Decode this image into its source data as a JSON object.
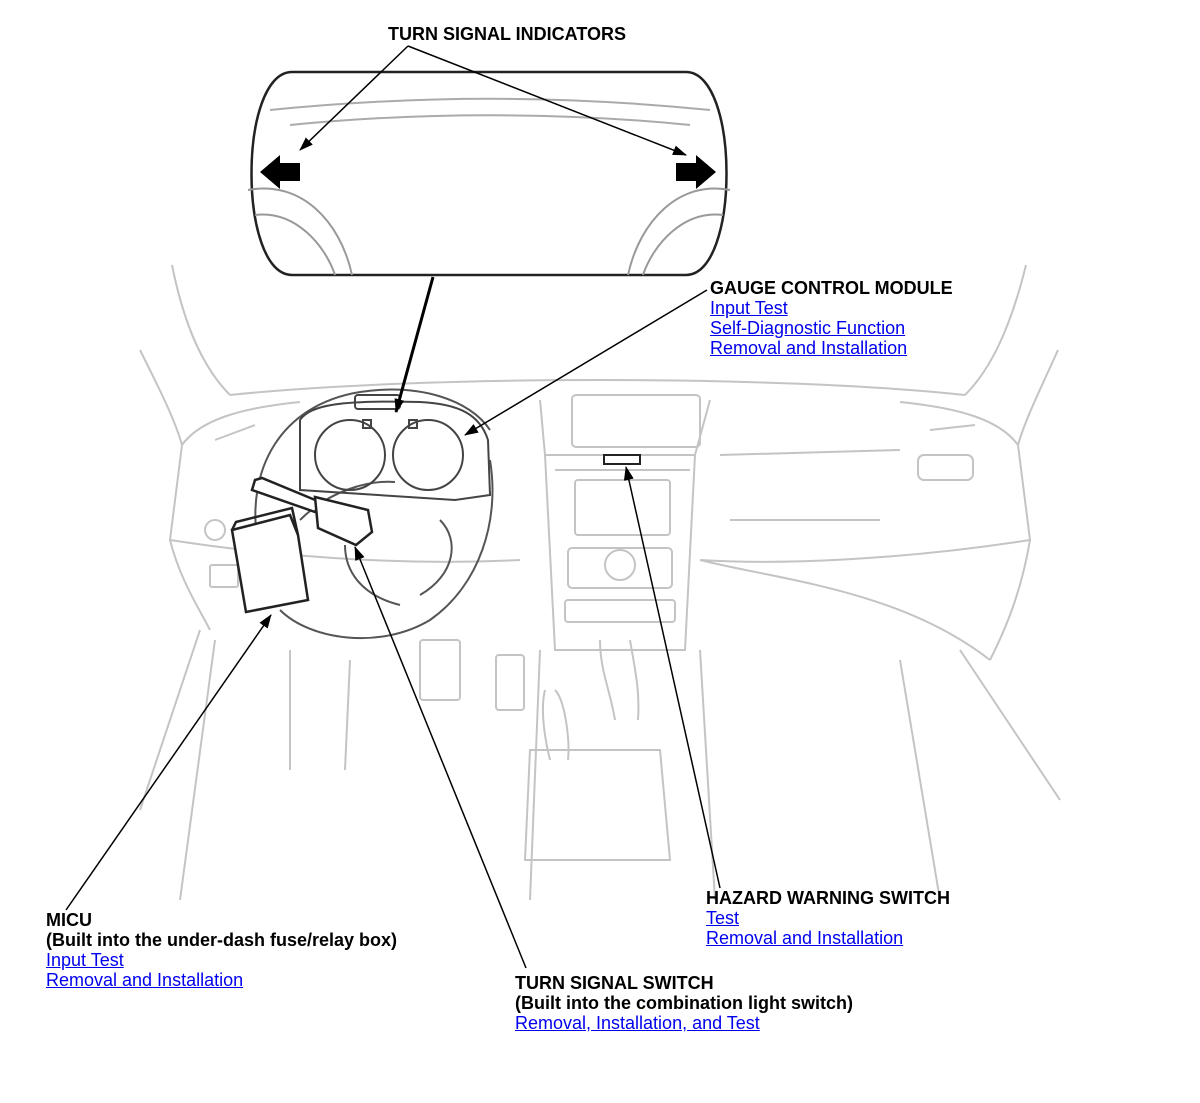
{
  "labels": {
    "turn_signal_indicators": "TURN SIGNAL INDICATORS",
    "gauge_control_module": {
      "title": "GAUGE CONTROL MODULE",
      "links": [
        "Input Test",
        "Self-Diagnostic Function",
        "Removal and Installation"
      ]
    },
    "hazard_warning_switch": {
      "title": "HAZARD WARNING SWITCH",
      "links": [
        "Test",
        "Removal and Installation"
      ]
    },
    "micu": {
      "title": "MICU",
      "subtitle": "(Built into the under-dash fuse/relay box)",
      "links": [
        "Input Test",
        "Removal and Installation"
      ]
    },
    "turn_signal_switch": {
      "title": "TURN SIGNAL SWITCH",
      "subtitle": "(Built into the combination light switch)",
      "links": [
        "Removal, Installation, and Test"
      ]
    }
  },
  "colors": {
    "link": "#0000ee",
    "line": "#000000",
    "sketch": "#bdbdbd"
  }
}
